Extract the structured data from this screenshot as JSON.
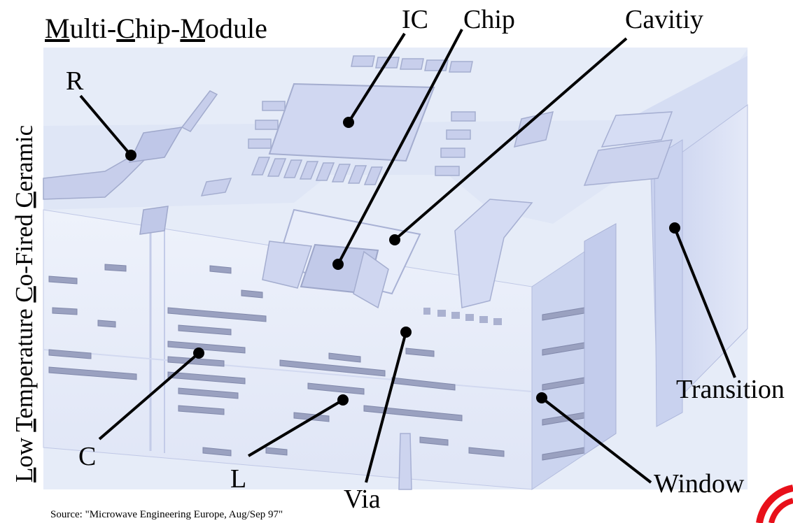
{
  "title": {
    "parts": [
      {
        "u": "M",
        "rest": "ulti-"
      },
      {
        "u": "C",
        "rest": "hip-"
      },
      {
        "u": "M",
        "rest": "odule"
      }
    ],
    "full": "Multi-Chip-Module"
  },
  "side_title": {
    "parts": [
      {
        "u": "L",
        "rest": "ow "
      },
      {
        "u": "T",
        "rest": "emperature "
      },
      {
        "u": "C",
        "rest": "o-Fired "
      },
      {
        "u": "C",
        "rest": "eramic"
      }
    ],
    "full": "Low Temperature Co-Fired Ceramic"
  },
  "labels": {
    "ic": "IC",
    "chip": "Chip",
    "cavity": "Cavitiy",
    "r": "R",
    "c": "C",
    "l": "L",
    "via": "Via",
    "window": "Window",
    "transition": "Transition"
  },
  "source": "Source: \"Microwave Engineering Europe, Aug/Sep 97\"",
  "colors": {
    "background_tint": "#e4ebf8",
    "ceramic_top": "#dde4f6",
    "ceramic_face": "#e9eefa",
    "ceramic_side": "#cdd6f0",
    "metal": "#8c93b3",
    "metal_top": "#c3c9e6",
    "edge": "#a9b2d4",
    "leader": "#000000",
    "logo_red": "#e8101a"
  }
}
